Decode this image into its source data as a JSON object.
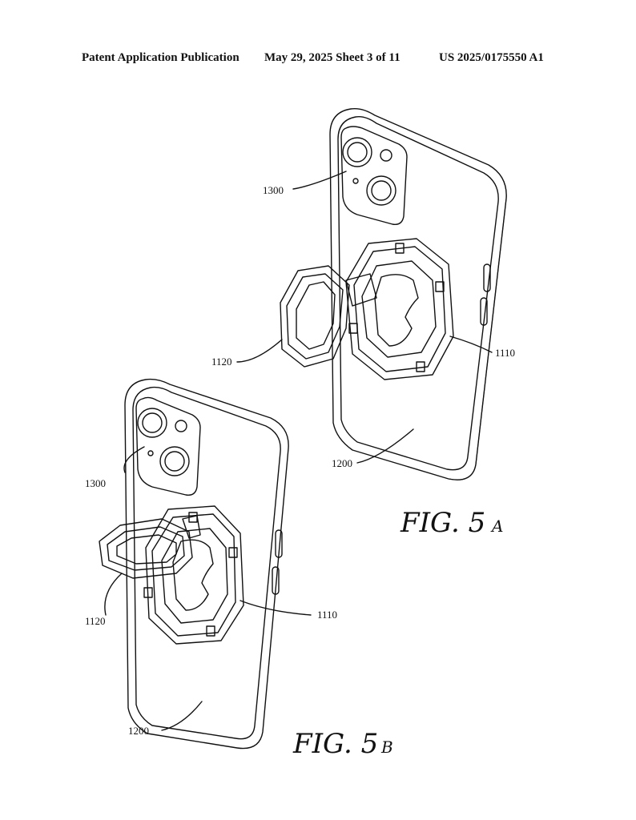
{
  "header": {
    "publication": "Patent Application Publication",
    "date_sheet": "May 29, 2025  Sheet 3 of 11",
    "number": "US 2025/0175550 A1"
  },
  "figures": {
    "fig5a": {
      "caption_main": "FIG. 5",
      "caption_suffix": "A",
      "labels": {
        "camera": "1300",
        "ring": "1120",
        "mount": "1110",
        "case": "1200"
      }
    },
    "fig5b": {
      "caption_main": "FIG. 5",
      "caption_suffix": "B",
      "labels": {
        "camera": "1300",
        "ring": "1120",
        "mount": "1110",
        "case": "1200"
      }
    }
  }
}
